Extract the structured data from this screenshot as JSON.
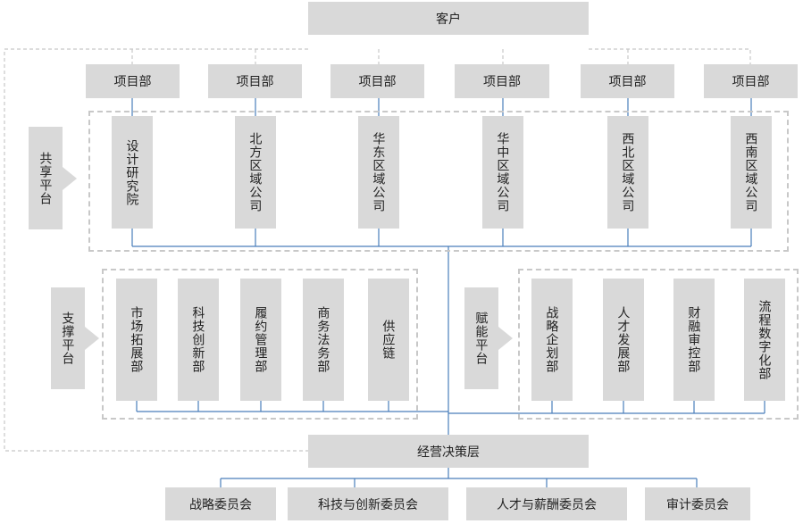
{
  "customer": "客户",
  "project_depts": [
    "项目部",
    "项目部",
    "项目部",
    "项目部",
    "项目部",
    "项目部"
  ],
  "shared_platform": {
    "label": "共享平台",
    "units": [
      "设计研究院",
      "北方区域公司",
      "华东区域公司",
      "华中区域公司",
      "西北区域公司",
      "西南区域公司"
    ]
  },
  "support_platform": {
    "label": "支撑平台",
    "units": [
      "市场拓展部",
      "科技创新部",
      "履约管理部",
      "商务法务部",
      "供应链"
    ]
  },
  "enable_platform": {
    "label": "赋能平台",
    "units": [
      "战略企划部",
      "人才发展部",
      "财融审控部",
      "流程数字化部"
    ]
  },
  "decision_layer": "经营决策层",
  "committees": [
    "战略委员会",
    "科技与创新委员会",
    "人才与薪酬委员会",
    "审计委员会"
  ],
  "colors": {
    "box": "#d9d9d9",
    "line": "#4a7ebb",
    "dash": "#c8c8c8"
  }
}
